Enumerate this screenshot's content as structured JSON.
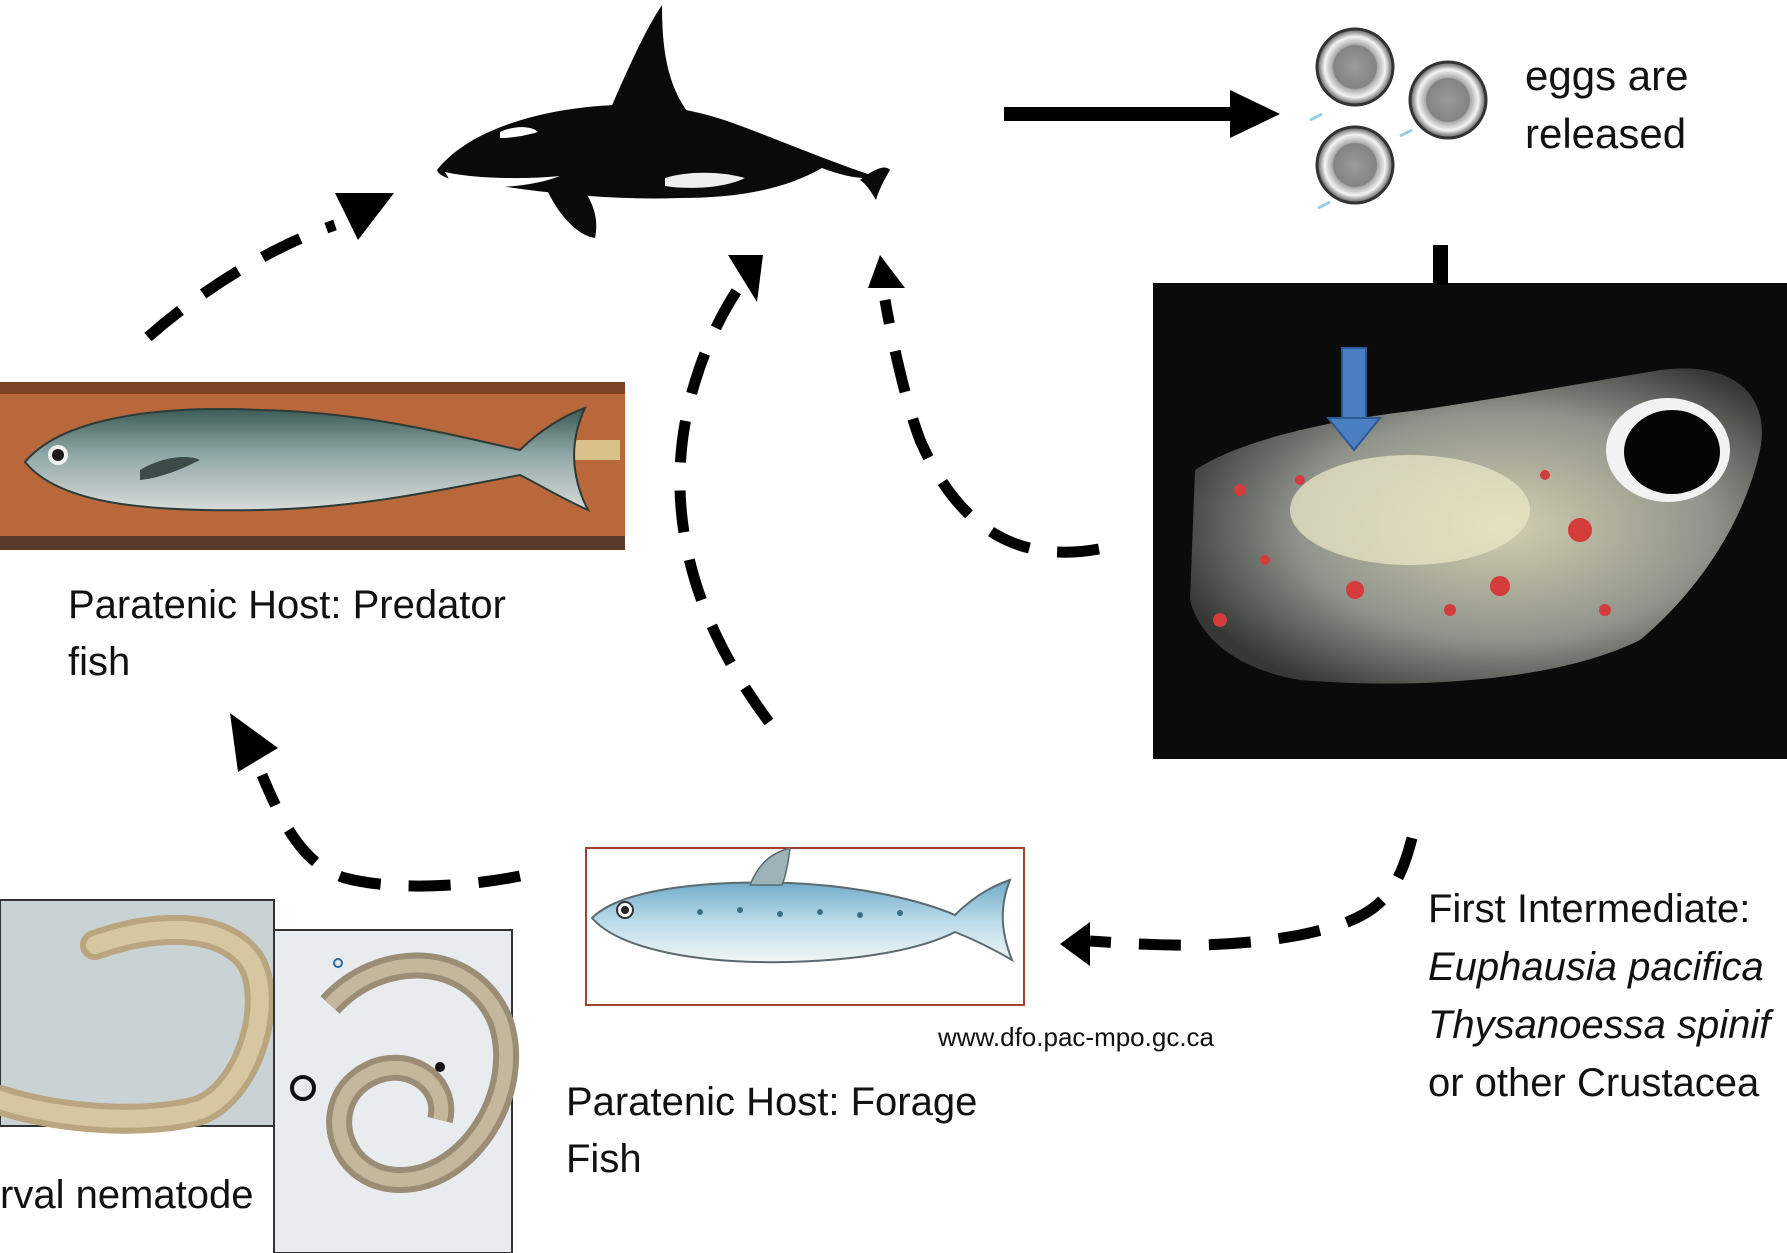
{
  "labels": {
    "eggs_line1": "eggs are",
    "eggs_line2": "released",
    "predator_line1": "Paratenic Host: Predator",
    "predator_line2": "fish",
    "forage_line1": "Paratenic Host: Forage",
    "forage_line2": "Fish",
    "first_intermediate_line1": "First Intermediate:",
    "first_intermediate_line2": "Euphausia pacifica",
    "first_intermediate_line3": "Thysanoessa spinif",
    "first_intermediate_line4": "or other Crustacea",
    "larval": "rval nematode",
    "source_url": "www.dfo.pac-mpo.gc.ca"
  },
  "icons": {
    "definitive_host": "orca-icon",
    "eggs": "egg-icon",
    "first_intermediate": "krill-photo",
    "predator_fish": "mackerel-photo",
    "forage_fish": "sardine-illustration",
    "larva": "nematode-photo"
  },
  "colors": {
    "arrow": "#000000",
    "krill_background": "#0b0b0b",
    "highlight_arrow": "#4a7fc1",
    "forage_frame": "#a0442c",
    "predator_board": "#b8683a"
  }
}
